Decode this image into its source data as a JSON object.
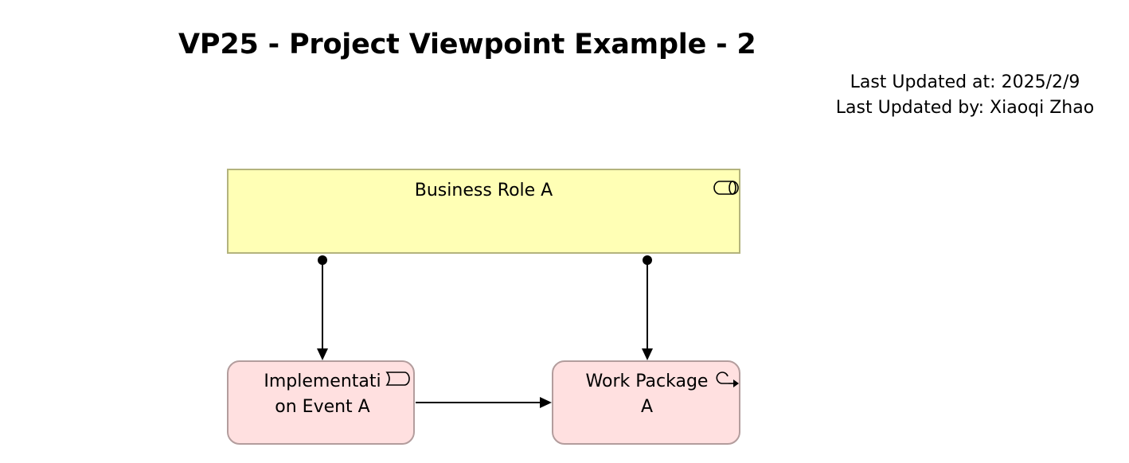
{
  "header": {
    "title": "VP25 - Project Viewpoint Example - 2",
    "last_updated_at": "Last Updated at: 2025/2/9",
    "last_updated_by": "Last Updated by: Xiaoqi Zhao"
  },
  "diagram": {
    "nodes": {
      "business_role": {
        "line1": "Business Role A",
        "icon": "business-role-icon",
        "fill": "#ffffb5",
        "border": "#b3b37d"
      },
      "implementation_event": {
        "line1": "Implementati",
        "line2": "on Event A",
        "icon": "implementation-event-icon",
        "fill": "#ffe0e0",
        "border": "#b39d9d"
      },
      "work_package": {
        "line1": "Work Package",
        "line2": "A",
        "icon": "work-package-icon",
        "fill": "#ffe0e0",
        "border": "#b39d9d"
      }
    },
    "edges": [
      {
        "from": "Business Role A",
        "to": "Implementation Event A",
        "type": "assignment"
      },
      {
        "from": "Business Role A",
        "to": "Work Package A",
        "type": "assignment"
      },
      {
        "from": "Implementation Event A",
        "to": "Work Package A",
        "type": "triggering"
      }
    ]
  }
}
